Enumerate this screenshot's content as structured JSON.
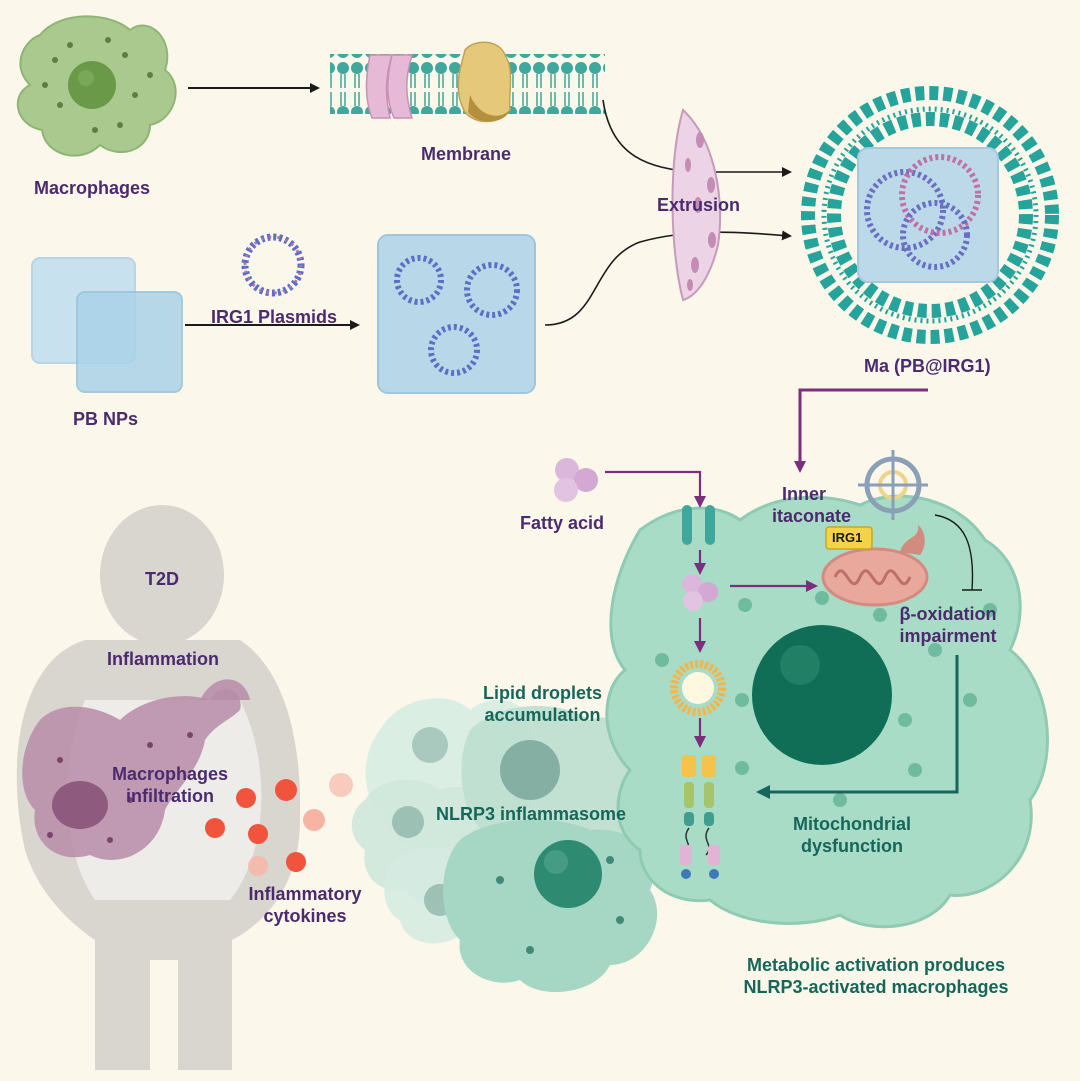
{
  "labels": {
    "macrophages": "Macrophages",
    "membrane": "Membrane",
    "extrusion": "Extrusion",
    "irg1_plasmids": "IRG1 Plasmids",
    "pb_nps": "PB NPs",
    "ma_pb_irg1": "Ma (PB@IRG1)",
    "fatty_acid": "Fatty acid",
    "inner_itaconate_1": "Inner",
    "inner_itaconate_2": "itaconate",
    "irg1_tag": "IRG1",
    "beta_ox_1": "β-oxidation",
    "beta_ox_2": "impairment",
    "lipid_1": "Lipid droplets",
    "lipid_2": "accumulation",
    "nlrp3": "NLRP3 inflammasome",
    "mito_1": "Mitochondrial",
    "mito_2": "dysfunction",
    "t2d": "T2D",
    "inflammation": "Inflammation",
    "mac_infil_1": "Macrophages",
    "mac_infil_2": "infiltration",
    "cyto_1": "Inflammatory",
    "cyto_2": "cytokines",
    "metabolic_1": "Metabolic activation produces",
    "metabolic_2": "NLRP3-activated macrophages"
  },
  "colors": {
    "background": "#fbf7ea",
    "label_purple": "#4b2b6e",
    "label_teal": "#16675a",
    "arrow_purple": "#7b2d7e",
    "membrane_teal": "#3fa79b",
    "cell_green": "#9cd3bf",
    "nucleus_dark": "#0f6e55",
    "cytokine_red": "#f0543d"
  }
}
